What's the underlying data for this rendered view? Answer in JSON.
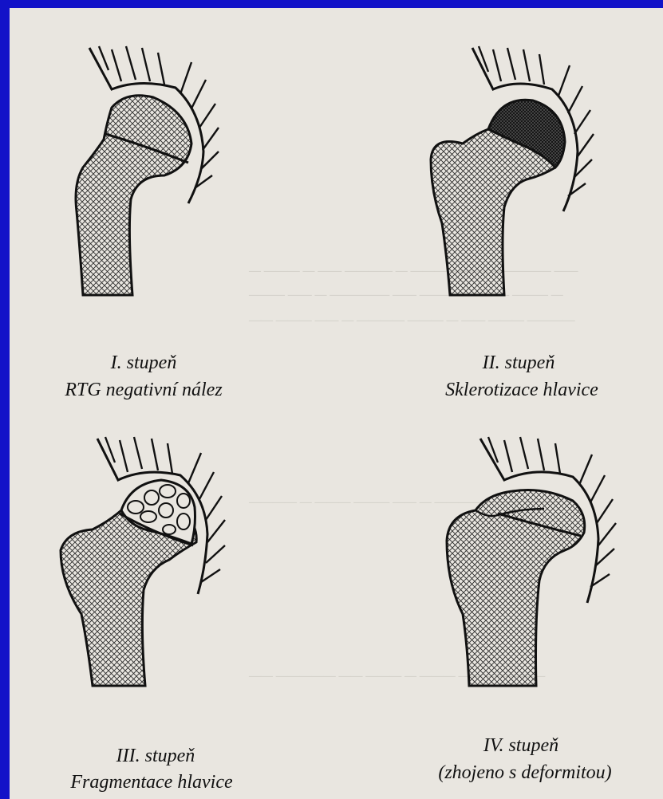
{
  "background_color": "#1212c8",
  "paper_color": "#e9e6e0",
  "stages": [
    {
      "grade": "I. stupeň",
      "description": "RTG negativní nález"
    },
    {
      "grade": "II. stupeň",
      "description": "Sklerotizace hlavice"
    },
    {
      "grade": "III. stupeň",
      "description": "Fragmentace hlavice"
    },
    {
      "grade": "IV. stupeň",
      "description": "(zhojeno s deformitou)"
    }
  ]
}
